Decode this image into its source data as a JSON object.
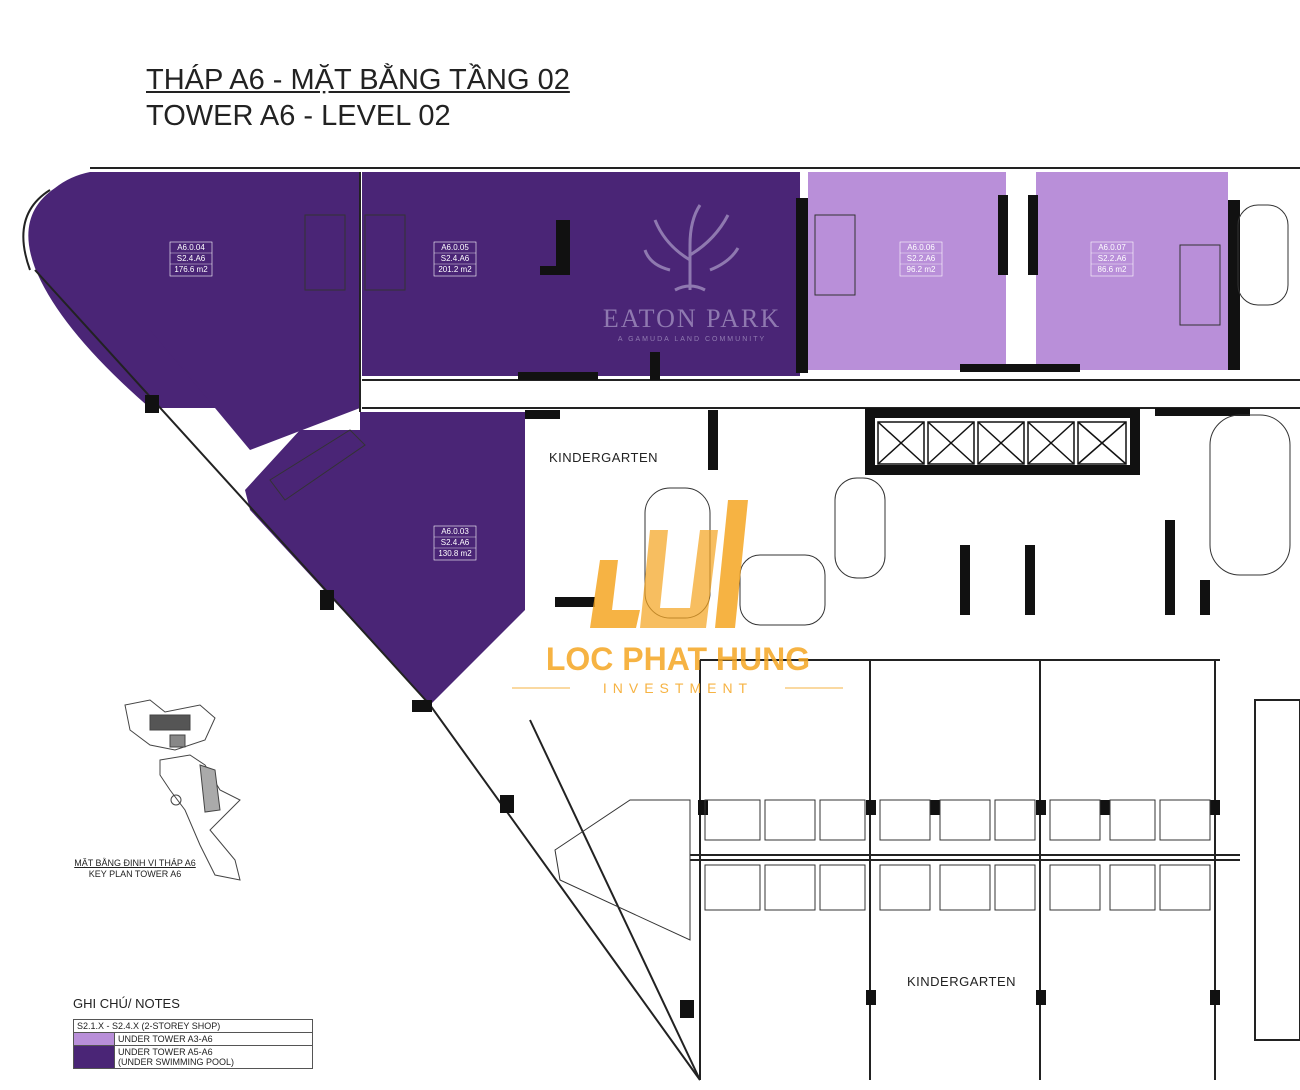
{
  "title": {
    "line1": "THÁP A6 - MẶT BẰNG TẦNG 02",
    "line2": "TOWER A6 - LEVEL 02"
  },
  "units": [
    {
      "code": "A6.0.04",
      "type": "S2.4.A6",
      "area": "176.6 m2"
    },
    {
      "code": "A6.0.05",
      "type": "S2.4.A6",
      "area": "201.2 m2"
    },
    {
      "code": "A6.0.06",
      "type": "S2.2.A6",
      "area": "96.2 m2"
    },
    {
      "code": "A6.0.07",
      "type": "S2.2.A6",
      "area": "86.6 m2"
    },
    {
      "code": "A6.0.03",
      "type": "S2.4.A6",
      "area": "130.8 m2"
    }
  ],
  "rooms": {
    "kindergarten_upper": "KINDERGARTEN",
    "kindergarten_lower": "KINDERGARTEN"
  },
  "watermarks": {
    "eaton_name": "EATON PARK",
    "eaton_sub": "A GAMUDA LAND COMMUNITY",
    "lph_name": "LOC PHAT HUNG",
    "lph_sub": "INVESTMENT"
  },
  "keyplan": {
    "caption_vi": "MẶT BẰNG ĐỊNH VỊ THÁP A6",
    "caption_en": "KEY PLAN TOWER A6"
  },
  "notes": {
    "title": "GHI CHÚ/ NOTES",
    "header": "S2.1.X - S2.4.X (2-STOREY SHOP)",
    "legend_light": "UNDER TOWER A3-A6",
    "legend_dark_1": "UNDER TOWER A5-A6",
    "legend_dark_2": "(UNDER SWIMMING POOL)"
  },
  "colors": {
    "dark_purple": "#4a2576",
    "light_purple": "#b98fd9",
    "wall": "#111111",
    "watermark_orange": "#f5a623"
  }
}
